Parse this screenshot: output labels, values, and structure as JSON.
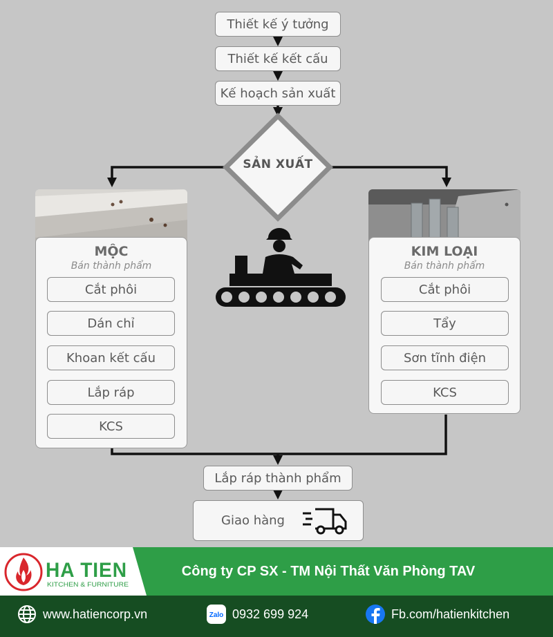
{
  "top_steps": [
    "Thiết kế ý tưởng",
    "Thiết kế kết cấu",
    "Kế hoạch sản xuất"
  ],
  "decision": "SẢN XUẤT",
  "left": {
    "title": "MỘC",
    "subtitle": "Bán thành phẩm",
    "steps": [
      "Cắt phôi",
      "Dán chỉ",
      "Khoan kết cấu",
      "Lắp ráp",
      "KCS"
    ]
  },
  "right": {
    "title": "KIM LOẠI",
    "subtitle": "Bán thành phẩm",
    "steps": [
      "Cắt phôi",
      "Tẩy",
      "Sơn tĩnh điện",
      "KCS"
    ]
  },
  "bottom_steps": [
    "Lắp ráp thành phẩm",
    "Giao hàng"
  ],
  "icons": [
    "worker-conveyor-icon",
    "delivery-truck-icon",
    "globe-icon",
    "zalo-icon",
    "facebook-icon"
  ],
  "footer": {
    "logo_text": "HA TIEN",
    "logo_sub": "KITCHEN & FURNITURE",
    "company": "Công ty CP SX - TM Nội Thất Văn Phòng TAV",
    "website": "www.hatiencorp.vn",
    "zalo_label": "Zalo",
    "phone": "0932 699 924",
    "facebook": "Fb.com/hatienkitchen"
  },
  "colors": {
    "green": "#2e9e47",
    "dark_green": "#164d22",
    "logo_red": "#d9262c",
    "background": "#c6c6c6"
  }
}
